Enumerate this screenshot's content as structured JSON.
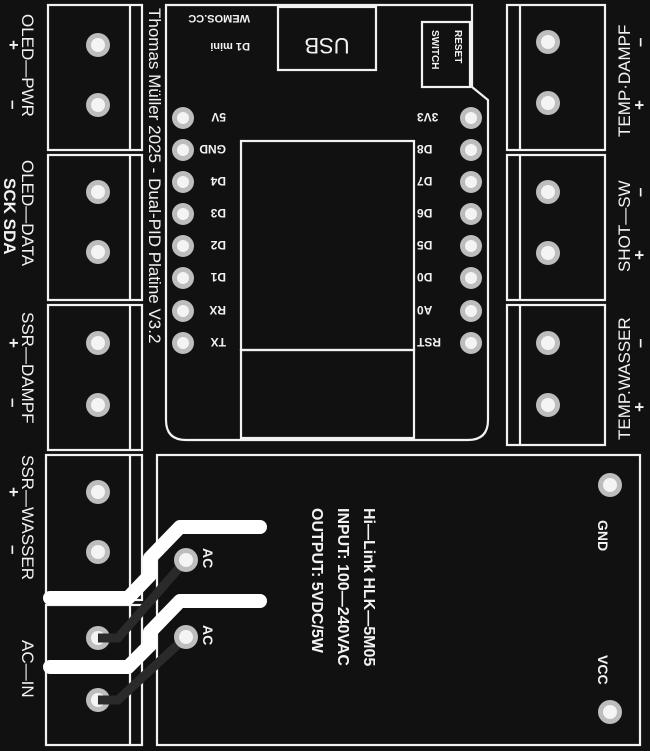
{
  "board": {
    "author": "Thomas Müller 2025 - Dual-PID Platine V3.2",
    "left_terminals": [
      {
        "label": "OLED—PWR",
        "pins": [
          "+",
          "–"
        ]
      },
      {
        "label": "OLED—DATA",
        "sub": "SCK SDA"
      },
      {
        "label": "SSR—DAMPF",
        "pins": [
          "+",
          "–"
        ]
      },
      {
        "label": "SSR—WASSER",
        "pins": [
          "+",
          "–"
        ]
      },
      {
        "label": "AC—IN"
      }
    ],
    "right_terminals": [
      {
        "label": "TEMP·DAMPF",
        "pins": [
          "–",
          "+"
        ]
      },
      {
        "label": "SHOT—SW",
        "pins": [
          "–",
          "+"
        ]
      },
      {
        "label": "TEMP.WASSER",
        "pins": [
          "–",
          "+"
        ]
      }
    ],
    "d1mini": {
      "name": "D1 mini",
      "vendor": "WEMOS.CC",
      "usb": "USB",
      "reset_line1": "RESET",
      "reset_line2": "SWITCH",
      "left_pins": [
        "5V",
        "GND",
        "D4",
        "D3",
        "D2",
        "D1",
        "RX",
        "TX"
      ],
      "right_pins": [
        "3V3",
        "D8",
        "D7",
        "D6",
        "D5",
        "D0",
        "A0",
        "RST"
      ]
    },
    "hilink": {
      "line1": "Hi—Link HLK—5M05",
      "line2": "INPUT: 100—240VAC",
      "line3": "OUTPUT: 5VDC/5W",
      "ac1": "AC",
      "ac2": "AC",
      "gnd": "GND",
      "vcc": "VCC"
    }
  }
}
